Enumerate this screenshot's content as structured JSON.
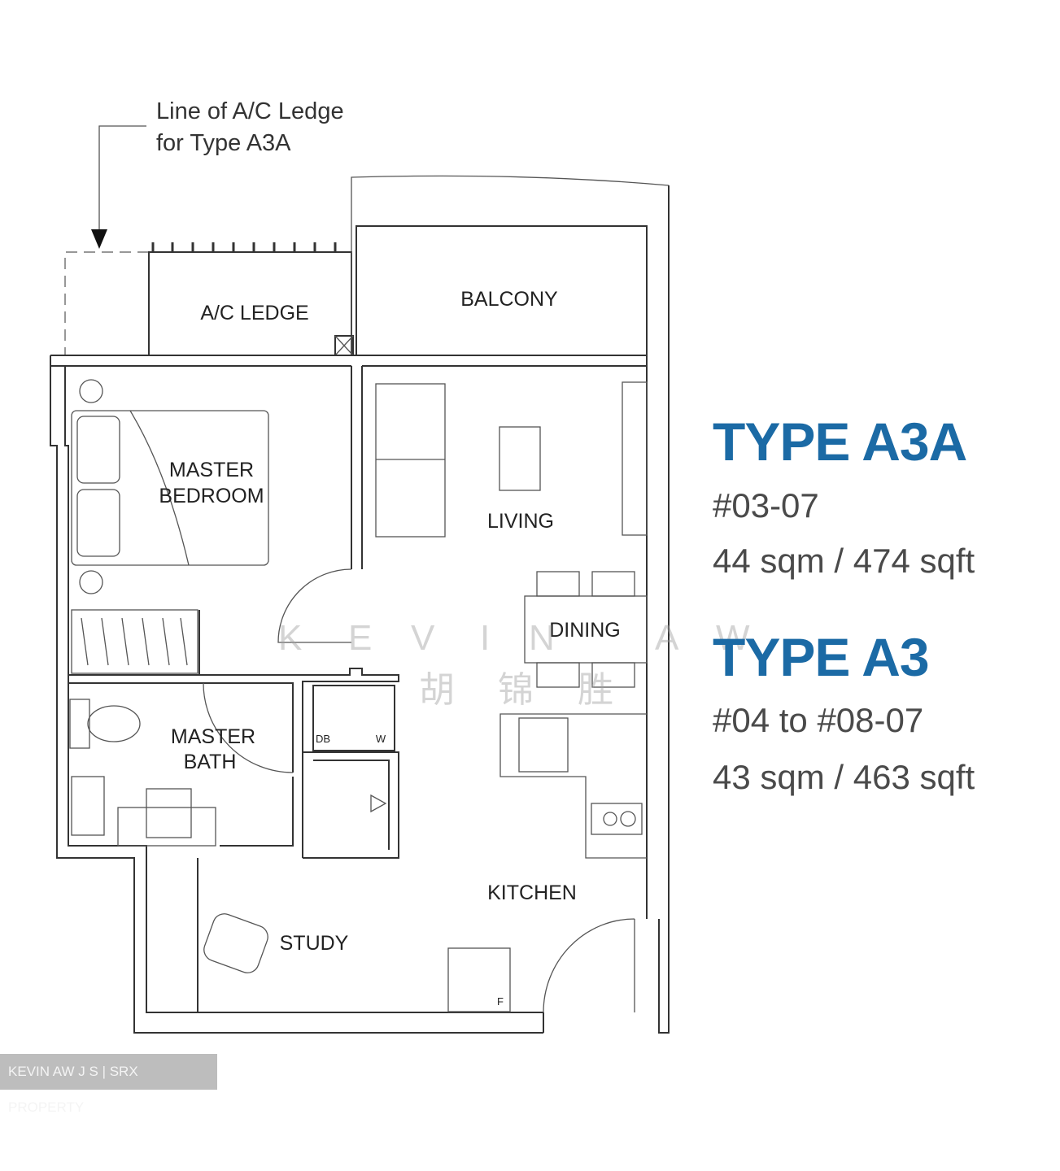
{
  "note": {
    "line1": "Line of A/C Ledge",
    "line2": "for Type A3A"
  },
  "rooms": {
    "ac_ledge": "A/C LEDGE",
    "balcony": "BALCONY",
    "master_bedroom_1": "MASTER",
    "master_bedroom_2": "BEDROOM",
    "living": "LIVING",
    "dining": "DINING",
    "master_bath_1": "MASTER",
    "master_bath_2": "BATH",
    "kitchen": "KITCHEN",
    "study": "STUDY",
    "db": "DB",
    "w": "W",
    "f": "F"
  },
  "units": [
    {
      "type": "TYPE A3A",
      "unit": "#03-07",
      "area": "44 sqm / 474 sqft"
    },
    {
      "type": "TYPE A3",
      "unit": "#04 to #08-07",
      "area": "43 sqm / 463 sqft"
    }
  ],
  "watermark": {
    "latin": [
      "K",
      "E",
      "V",
      "I",
      "N",
      "A",
      "W"
    ],
    "chinese": [
      "胡",
      "锦",
      "胜"
    ]
  },
  "credit": "KEVIN AW J S | SRX PROPERTY",
  "colors": {
    "accent": "#1b6aa5",
    "credit_bg": "#bdbdbd"
  }
}
